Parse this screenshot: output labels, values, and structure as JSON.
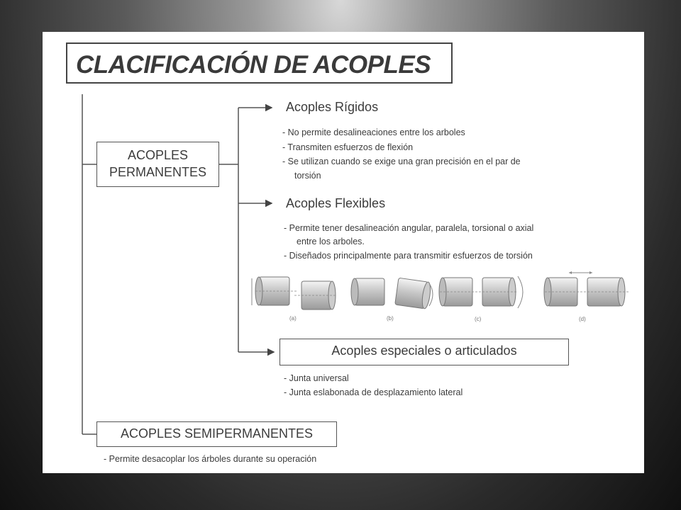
{
  "title": "CLACIFICACIÓN DE ACOPLES",
  "permanentes": {
    "line1": "ACOPLES",
    "line2": "PERMANENTES"
  },
  "rigidos": {
    "heading": "Acoples Rígidos",
    "bullets": [
      "- No permite desalineaciones entre los arboles",
      "-   Transmiten esfuerzos de flexión",
      "-   Se utilizan cuando se exige una gran precisión en el par de",
      "torsión"
    ]
  },
  "flexibles": {
    "heading": "Acoples Flexibles",
    "bullets": [
      "-   Permite tener desalineación angular, paralela, torsional o axial",
      "entre los arboles.",
      "- Diseñados principalmente para transmitir esfuerzos de torsión"
    ],
    "figure_labels": [
      "(a)",
      "(b)",
      "(c)",
      "(d)"
    ]
  },
  "especiales": {
    "heading": "Acoples especiales o articulados",
    "bullets": [
      "- Junta universal",
      "- Junta eslabonada de desplazamiento lateral"
    ]
  },
  "semipermanentes": {
    "heading": "ACOPLES SEMIPERMANENTES",
    "bullets": [
      "- Permite desacoplar los árboles durante su operación"
    ]
  },
  "colors": {
    "text": "#3c3c3c",
    "line": "#555555",
    "slide_bg": "#ffffff"
  }
}
